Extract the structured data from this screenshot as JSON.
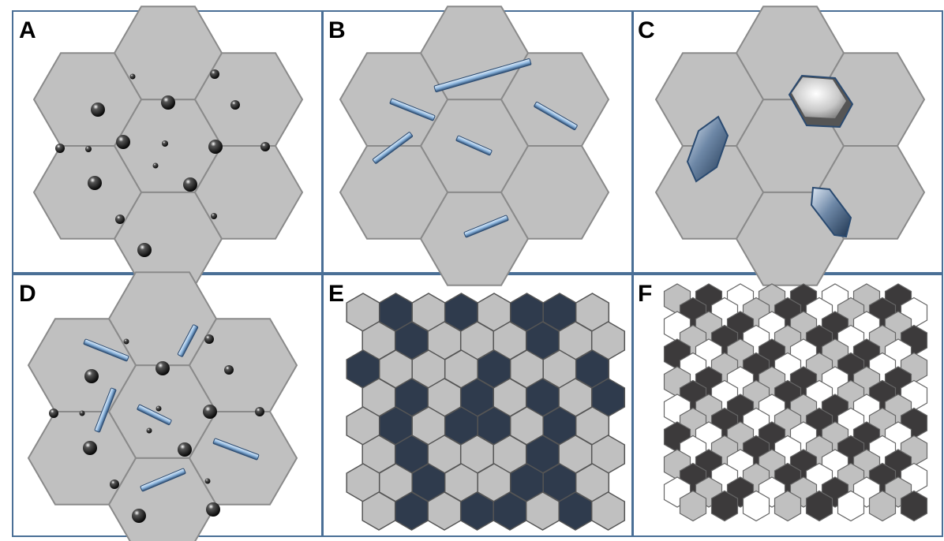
{
  "figure": {
    "panels": [
      {
        "id": "A",
        "label": "A",
        "content": "grain-boundary-and-intragranular-precipitates"
      },
      {
        "id": "B",
        "label": "B",
        "content": "rod-shaped-precipitates"
      },
      {
        "id": "C",
        "label": "C",
        "content": "large-faceted-crystals"
      },
      {
        "id": "D",
        "label": "D",
        "content": "spheres-and-rods-combined"
      },
      {
        "id": "E",
        "label": "E",
        "content": "two-phase-hexagonal-tiling"
      },
      {
        "id": "F",
        "label": "F",
        "content": "three-phase-hexagonal-tiling"
      }
    ]
  },
  "colors": {
    "panel_border": "#4a6f96",
    "hex_fill": "#c0c0c0",
    "hex_stroke": "#8a8a8a",
    "dark_phase_E": "#2f3b4d",
    "dark_phase_F": "#3c3a3b",
    "light_phase_F": "#ffffff",
    "rod_fill": "#8fb8e0",
    "sphere_fill": "#111111"
  }
}
